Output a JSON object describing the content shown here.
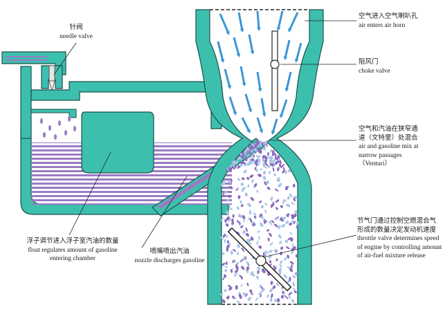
{
  "colors": {
    "body": "#3dbfae",
    "body_stroke": "#1d4f4a",
    "fuel_stripe": "#9b7bc4",
    "air_arrow": "#3a96d6",
    "mixture_dot_a": "#8a6cc0",
    "mixture_dot_b": "#a8c4e6"
  },
  "labels": {
    "needle_valve": {
      "zh": "针阀",
      "en": "needle valve"
    },
    "air_horn": {
      "zh": "空气进入空气喇叭孔",
      "en": "air enters air horn"
    },
    "choke_valve": {
      "zh": "阻风门",
      "en": "choke valve"
    },
    "venturi": {
      "zh1": "空气和汽油在狭窄通",
      "zh2": "道（文特里）处混合",
      "en1": "air and gasoline mix at",
      "en2": "narrow passages",
      "en3": "（Venturi）"
    },
    "throttle": {
      "zh1": "节气门通过控制空燃混合气",
      "zh2": "形成的数量决定发动机速度",
      "en1": "throttle valve determines speed",
      "en2": "of engine by controlling amount",
      "en3": "of air-fuel mixture release"
    },
    "float": {
      "zh": "浮子调节进入浮子室汽油的数量",
      "en1": "float regulates amount of gasoline",
      "en2": "entering chamber"
    },
    "nozzle": {
      "zh": "喷嘴喷出汽油",
      "en": "nozzle discharges gasoline"
    }
  }
}
